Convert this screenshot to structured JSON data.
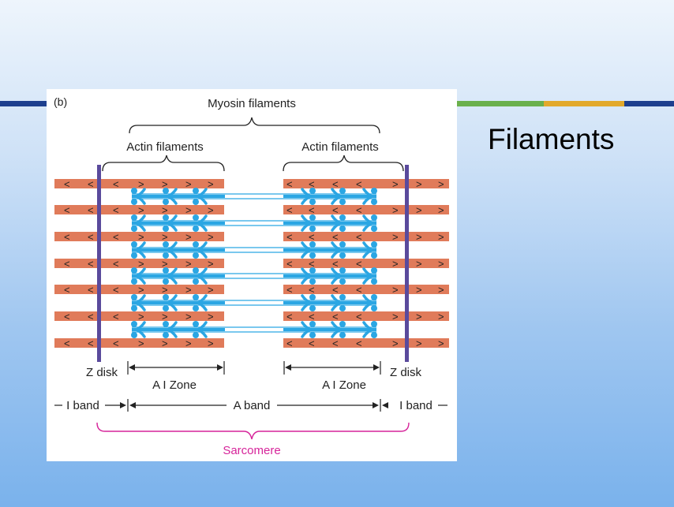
{
  "slide": {
    "title": "Filaments",
    "colors": {
      "stripe_blue": "#1d3f8e",
      "stripe_green": "#6ab04c",
      "stripe_gold": "#e2a92b"
    }
  },
  "diagram": {
    "panel_label": "(b)",
    "labels": {
      "myosin": "Myosin filaments",
      "actin_left": "Actin filaments",
      "actin_right": "Actin filaments",
      "z_disk_left": "Z disk",
      "z_disk_right": "Z disk",
      "zone_left": "A I Zone",
      "zone_right": "A I Zone",
      "i_band_left": "I band",
      "a_band": "A band",
      "i_band_right": "I band",
      "sarcomere": "Sarcomere"
    },
    "colors": {
      "actin": "#e07b5a",
      "myosin": "#2ba6e3",
      "z_disk": "#5a4a9c",
      "sarcomere": "#d6249a",
      "text": "#222222"
    }
  }
}
